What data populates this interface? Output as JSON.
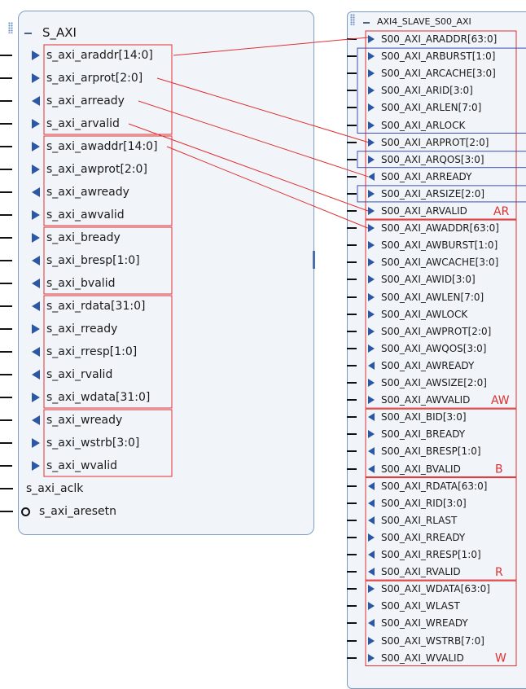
{
  "left_block": {
    "title": "S_AXI",
    "ports": [
      {
        "label": "s_axi_araddr[14:0]",
        "dir": "in"
      },
      {
        "label": "s_axi_arprot[2:0]",
        "dir": "in"
      },
      {
        "label": "s_axi_arready",
        "dir": "out"
      },
      {
        "label": "s_axi_arvalid",
        "dir": "in"
      },
      {
        "label": "s_axi_awaddr[14:0]",
        "dir": "in"
      },
      {
        "label": "s_axi_awprot[2:0]",
        "dir": "in"
      },
      {
        "label": "s_axi_awready",
        "dir": "out"
      },
      {
        "label": "s_axi_awvalid",
        "dir": "in"
      },
      {
        "label": "s_axi_bready",
        "dir": "in"
      },
      {
        "label": "s_axi_bresp[1:0]",
        "dir": "out"
      },
      {
        "label": "s_axi_bvalid",
        "dir": "out"
      },
      {
        "label": "s_axi_rdata[31:0]",
        "dir": "out"
      },
      {
        "label": "s_axi_rready",
        "dir": "in"
      },
      {
        "label": "s_axi_rresp[1:0]",
        "dir": "out"
      },
      {
        "label": "s_axi_rvalid",
        "dir": "out"
      },
      {
        "label": "s_axi_wdata[31:0]",
        "dir": "in"
      },
      {
        "label": "s_axi_wready",
        "dir": "out"
      },
      {
        "label": "s_axi_wstrb[3:0]",
        "dir": "in"
      },
      {
        "label": "s_axi_wvalid",
        "dir": "in"
      }
    ],
    "scalar_ports": [
      {
        "label": "s_axi_aclk",
        "neg": false
      },
      {
        "label": "s_axi_aresetn",
        "neg": true
      }
    ]
  },
  "right_block": {
    "title": "AXI4_SLAVE_S00_AXI",
    "ports": [
      {
        "label": "S00_AXI_ARADDR[63:0]",
        "dir": "in"
      },
      {
        "label": "S00_AXI_ARBURST[1:0]",
        "dir": "in"
      },
      {
        "label": "S00_AXI_ARCACHE[3:0]",
        "dir": "in"
      },
      {
        "label": "S00_AXI_ARID[3:0]",
        "dir": "in"
      },
      {
        "label": "S00_AXI_ARLEN[7:0]",
        "dir": "in"
      },
      {
        "label": "S00_AXI_ARLOCK",
        "dir": "in"
      },
      {
        "label": "S00_AXI_ARPROT[2:0]",
        "dir": "in"
      },
      {
        "label": "S00_AXI_ARQOS[3:0]",
        "dir": "in"
      },
      {
        "label": "S00_AXI_ARREADY",
        "dir": "out"
      },
      {
        "label": "S00_AXI_ARSIZE[2:0]",
        "dir": "in"
      },
      {
        "label": "S00_AXI_ARVALID",
        "dir": "in"
      },
      {
        "label": "S00_AXI_AWADDR[63:0]",
        "dir": "in"
      },
      {
        "label": "S00_AXI_AWBURST[1:0]",
        "dir": "in"
      },
      {
        "label": "S00_AXI_AWCACHE[3:0]",
        "dir": "in"
      },
      {
        "label": "S00_AXI_AWID[3:0]",
        "dir": "in"
      },
      {
        "label": "S00_AXI_AWLEN[7:0]",
        "dir": "in"
      },
      {
        "label": "S00_AXI_AWLOCK",
        "dir": "in"
      },
      {
        "label": "S00_AXI_AWPROT[2:0]",
        "dir": "in"
      },
      {
        "label": "S00_AXI_AWQOS[3:0]",
        "dir": "in"
      },
      {
        "label": "S00_AXI_AWREADY",
        "dir": "out"
      },
      {
        "label": "S00_AXI_AWSIZE[2:0]",
        "dir": "in"
      },
      {
        "label": "S00_AXI_AWVALID",
        "dir": "in"
      },
      {
        "label": "S00_AXI_BID[3:0]",
        "dir": "out"
      },
      {
        "label": "S00_AXI_BREADY",
        "dir": "in"
      },
      {
        "label": "S00_AXI_BRESP[1:0]",
        "dir": "out"
      },
      {
        "label": "S00_AXI_BVALID",
        "dir": "out"
      },
      {
        "label": "S00_AXI_RDATA[63:0]",
        "dir": "out"
      },
      {
        "label": "S00_AXI_RID[3:0]",
        "dir": "out"
      },
      {
        "label": "S00_AXI_RLAST",
        "dir": "out"
      },
      {
        "label": "S00_AXI_RREADY",
        "dir": "in"
      },
      {
        "label": "S00_AXI_RRESP[1:0]",
        "dir": "out"
      },
      {
        "label": "S00_AXI_RVALID",
        "dir": "out"
      },
      {
        "label": "S00_AXI_WDATA[63:0]",
        "dir": "in"
      },
      {
        "label": "S00_AXI_WLAST",
        "dir": "in"
      },
      {
        "label": "S00_AXI_WREADY",
        "dir": "out"
      },
      {
        "label": "S00_AXI_WSTRB[7:0]",
        "dir": "in"
      },
      {
        "label": "S00_AXI_WVALID",
        "dir": "in"
      }
    ]
  },
  "annotations": {
    "group_labels": [
      "AR",
      "AW",
      "B",
      "R",
      "W"
    ],
    "left_groups": [
      [
        0,
        3
      ],
      [
        4,
        7
      ],
      [
        8,
        10
      ],
      [
        11,
        15
      ],
      [
        16,
        18
      ]
    ],
    "right_red_groups": [
      [
        0,
        10
      ],
      [
        11,
        21
      ],
      [
        22,
        25
      ],
      [
        26,
        31
      ],
      [
        32,
        36
      ]
    ],
    "right_blue_groups": [
      [
        1,
        5
      ],
      [
        7,
        7
      ],
      [
        9,
        9
      ]
    ],
    "connections": [
      [
        0,
        0
      ],
      [
        1,
        6
      ],
      [
        2,
        8
      ],
      [
        3,
        10
      ],
      [
        4,
        11
      ]
    ],
    "colors": {
      "red": "#e03030",
      "blue": "#3b4fb8",
      "arrow": "#2b57a5",
      "block_fill": "#f1f5fa",
      "block_border": "#7e9cc0"
    }
  }
}
